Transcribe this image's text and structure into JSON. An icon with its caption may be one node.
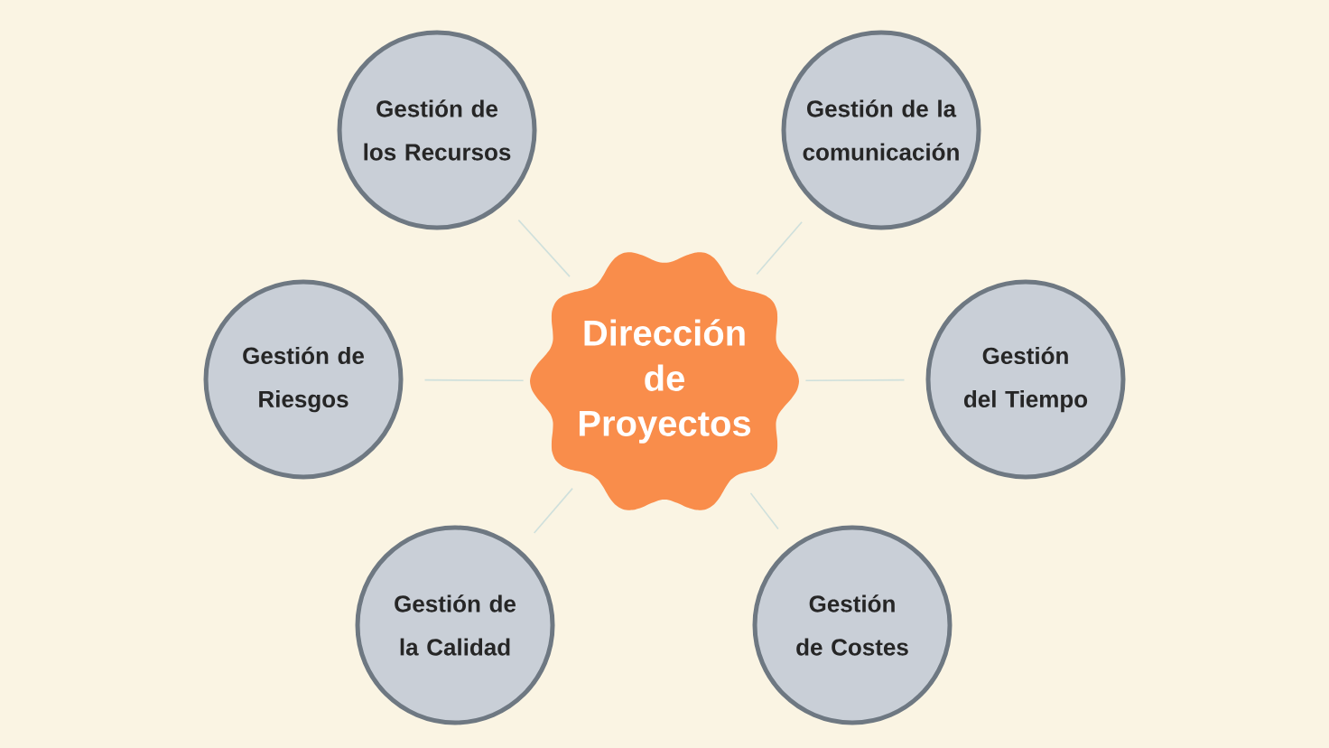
{
  "diagram": {
    "nodes": [
      {
        "text": [
          "Dirección de Proyectos"
        ]
      },
      {
        "text": [
          "Gestión de los Recursos"
        ]
      },
      {
        "text": [
          "Gestión de la comunicación"
        ]
      },
      {
        "text": [
          "Gestión de Riesgos"
        ]
      },
      {
        "text": [
          "Gestión del Tiempo"
        ]
      },
      {
        "text": [
          "Gestión de la Calidad"
        ]
      },
      {
        "text": [
          "Gestión de Costes"
        ]
      }
    ],
    "edges": [
      {
        "from": 0,
        "to": 1,
        "arrow": "none"
      },
      {
        "from": 0,
        "to": 2,
        "arrow": "none"
      },
      {
        "from": 0,
        "to": 3,
        "arrow": "none"
      },
      {
        "from": 0,
        "to": 4,
        "arrow": "none"
      },
      {
        "from": 0,
        "to": 5,
        "arrow": "none"
      },
      {
        "from": 0,
        "to": 6,
        "arrow": "none"
      }
    ]
  }
}
